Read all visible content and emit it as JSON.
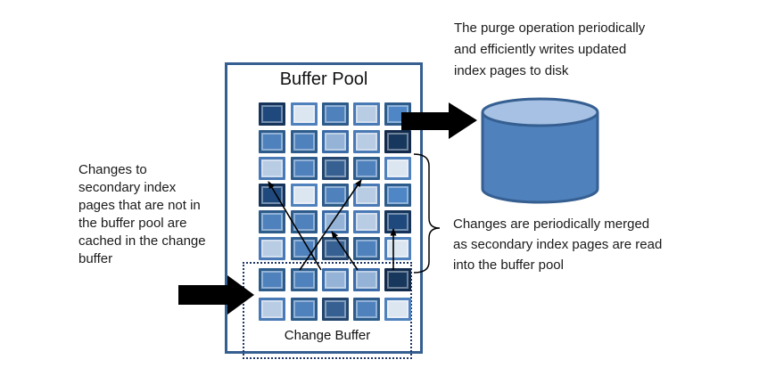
{
  "diagram": {
    "buffer_pool_title": "Buffer Pool",
    "change_buffer_label": "Change Buffer",
    "notes": {
      "purge": "The purge operation periodically\nand efficiently writes updated\nindex pages to disk",
      "cache": "Changes to\nsecondary index\npages that are not in\nthe buffer pool are\ncached in the change\nbuffer",
      "merge": "Changes are periodically merged\nas secondary index pages are read\ninto the buffer pool"
    },
    "colors": {
      "box_border": "#365F91",
      "dotted_border": "#1F3864",
      "arrow_black": "#000000",
      "brace_stroke": "#000000",
      "cylinder_body": "#4F81BD",
      "cylinder_top": "#A6C1E3",
      "cylinder_stroke": "#365F91",
      "palette": {
        "p0": {
          "fill": "#DCE6F1",
          "border": "#4F81BD"
        },
        "p1": {
          "fill": "#B8CCE4",
          "border": "#4A7AB5"
        },
        "p2": {
          "fill": "#95B3D7",
          "border": "#3C6CA8"
        },
        "p3": {
          "fill": "#4F81BD",
          "border": "#2E5C8A"
        },
        "p4": {
          "fill": "#4E86C6",
          "border": "#2E5C8A"
        },
        "p5": {
          "fill": "#366092",
          "border": "#24466E"
        },
        "p6": {
          "fill": "#1F497D",
          "border": "#16345A"
        },
        "p7": {
          "fill": "#17375D",
          "border": "#122B4C"
        }
      }
    },
    "grid": {
      "rows": 8,
      "cols": 5,
      "cells": [
        [
          "p6",
          "p0",
          "p3",
          "p1",
          "p4"
        ],
        [
          "p3",
          "p3",
          "p2",
          "p1",
          "p7"
        ],
        [
          "p1",
          "p3",
          "p5",
          "p3",
          "p0"
        ],
        [
          "p6",
          "p0",
          "p3",
          "p1",
          "p4"
        ],
        [
          "p3",
          "p3",
          "p2",
          "p1",
          "p6"
        ],
        [
          "p1",
          "p3",
          "p5",
          "p3",
          "p0"
        ],
        [
          "p3",
          "p3",
          "p2",
          "p2",
          "p7"
        ],
        [
          "p1",
          "p3",
          "p5",
          "p3",
          "p0"
        ]
      ]
    }
  }
}
